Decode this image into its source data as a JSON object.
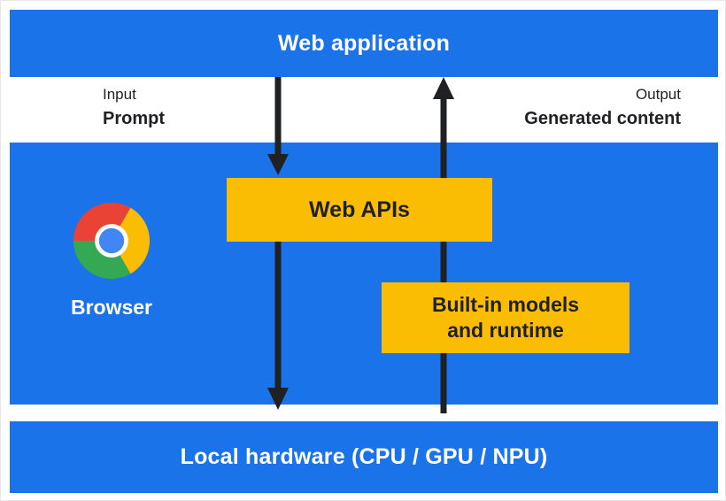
{
  "colors": {
    "blue": "#1a73e8",
    "yellow": "#fbbc04",
    "dark_text": "#202124",
    "white": "#ffffff",
    "chrome_red": "#ea4335",
    "chrome_yellow": "#fbbc04",
    "chrome_green": "#34a853",
    "chrome_blue": "#4285f4"
  },
  "top_bar": {
    "label": "Web application"
  },
  "flow": {
    "input": {
      "label": "Input",
      "value": "Prompt"
    },
    "output": {
      "label": "Output",
      "value": "Generated content"
    }
  },
  "browser": {
    "label": "Browser"
  },
  "boxes": {
    "web_apis": {
      "label": "Web APIs"
    },
    "builtin": {
      "line1": "Built-in models",
      "line2": "and runtime"
    }
  },
  "bottom_bar": {
    "label": "Local hardware (CPU / GPU / NPU)"
  }
}
